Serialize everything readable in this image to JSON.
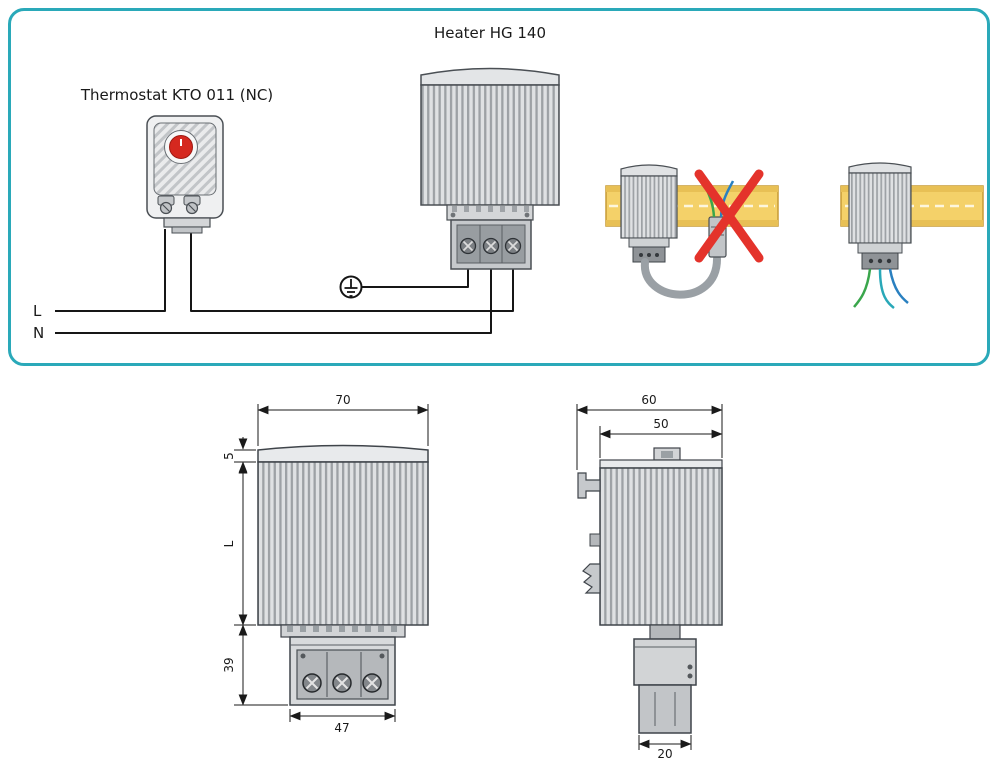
{
  "diagram": {
    "thermostat_label": "Thermostat KTO 011 (NC)",
    "heater_label": "Heater HG 140",
    "line_label": "L",
    "neutral_label": "N"
  },
  "front_view": {
    "overall_width": "70",
    "cap_height": "5",
    "body_height": "L",
    "lower_height": "39",
    "terminal_width": "47"
  },
  "side_view": {
    "overall_depth": "60",
    "body_depth": "50",
    "plug_width": "20"
  },
  "colors": {
    "panel_border": "#2aa9b9",
    "din_rail_yellow": "#f4d169",
    "din_rail_edge": "#e8c055",
    "prohibited_cross_red": "#e4332b",
    "wire_green": "#3aa64c",
    "wire_blue": "#2a80c0",
    "wire_teal": "#29a8b8",
    "wire_black": "#161616"
  }
}
